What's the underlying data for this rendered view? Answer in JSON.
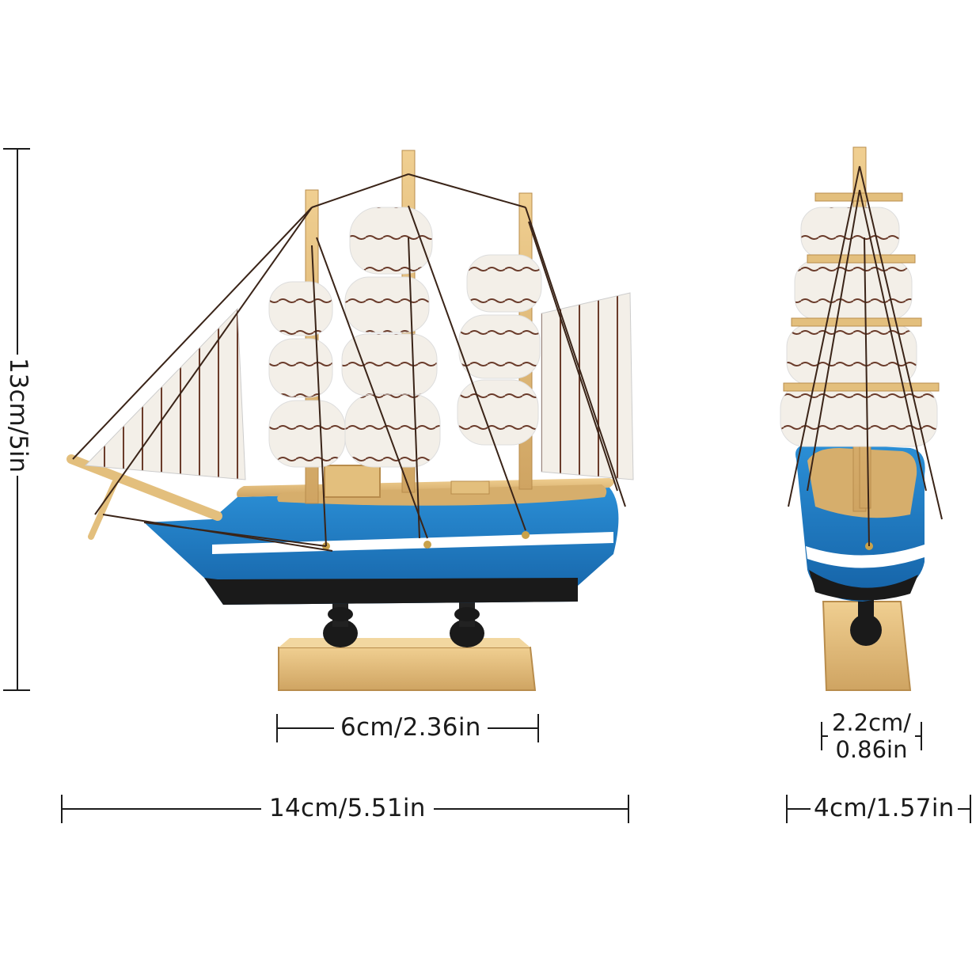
{
  "image": {
    "subject": "wooden model sailing ship",
    "views": [
      "side-view",
      "front-view"
    ],
    "colors": {
      "hull_blue": "#1f7bc1",
      "hull_stripe": "#ffffff",
      "hull_bottom": "#1a1a1a",
      "wood": "#e3bf7d",
      "sail": "#f3efe8",
      "sail_stripe": "#6a3b2a",
      "rigging": "#3a2418",
      "dimension_line": "#1b1b1b"
    }
  },
  "dimensions": {
    "height": "13cm/5in",
    "base_length": "6cm/2.36in",
    "total_length": "14cm/5.51in",
    "base_width_line1": "2.2cm/",
    "base_width_line2": "0.86in",
    "total_width": "4cm/1.57in"
  }
}
